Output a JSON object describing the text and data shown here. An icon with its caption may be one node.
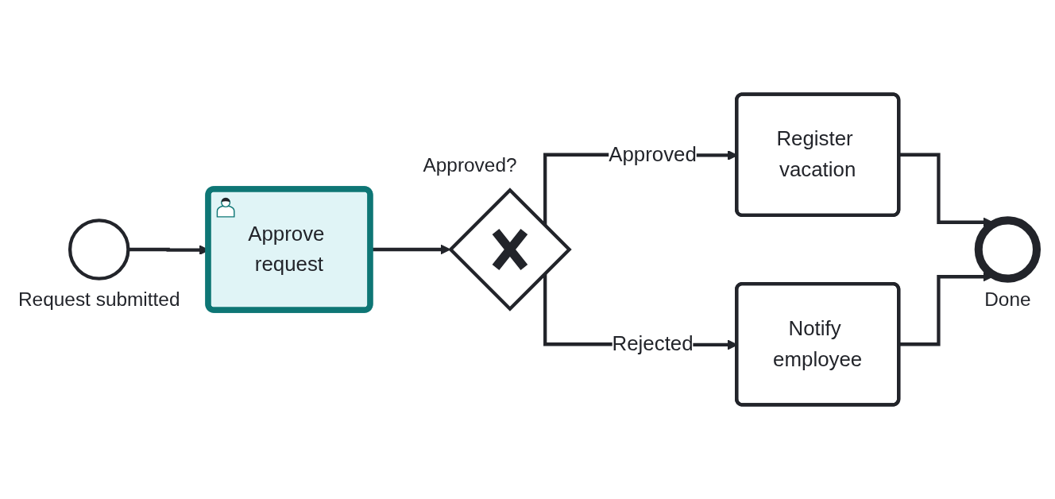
{
  "diagram": {
    "nodes": [
      {
        "text": [],
        "shape": "circle",
        "beside": [
          "Request submitted"
        ]
      },
      {
        "text": [
          "Approve request"
        ]
      },
      {
        "text": [],
        "shape": "diamond",
        "beside": [
          "Approved?"
        ]
      },
      {
        "text": [
          "Register vacation"
        ]
      },
      {
        "text": [
          "Notify employee"
        ]
      },
      {
        "text": [],
        "shape": "circle",
        "beside": [
          "Done"
        ]
      }
    ],
    "edges": [
      {
        "from": 0,
        "to": 1,
        "arrow": "to"
      },
      {
        "from": 1,
        "to": 2,
        "arrow": "to"
      },
      {
        "from": 2,
        "to": 3,
        "arrow": "to",
        "label": "Approved"
      },
      {
        "from": 2,
        "to": 4,
        "arrow": "to",
        "label": "Rejected"
      },
      {
        "from": 3,
        "to": 5,
        "arrow": "to"
      },
      {
        "from": 4,
        "to": 5,
        "arrow": "to"
      }
    ]
  }
}
